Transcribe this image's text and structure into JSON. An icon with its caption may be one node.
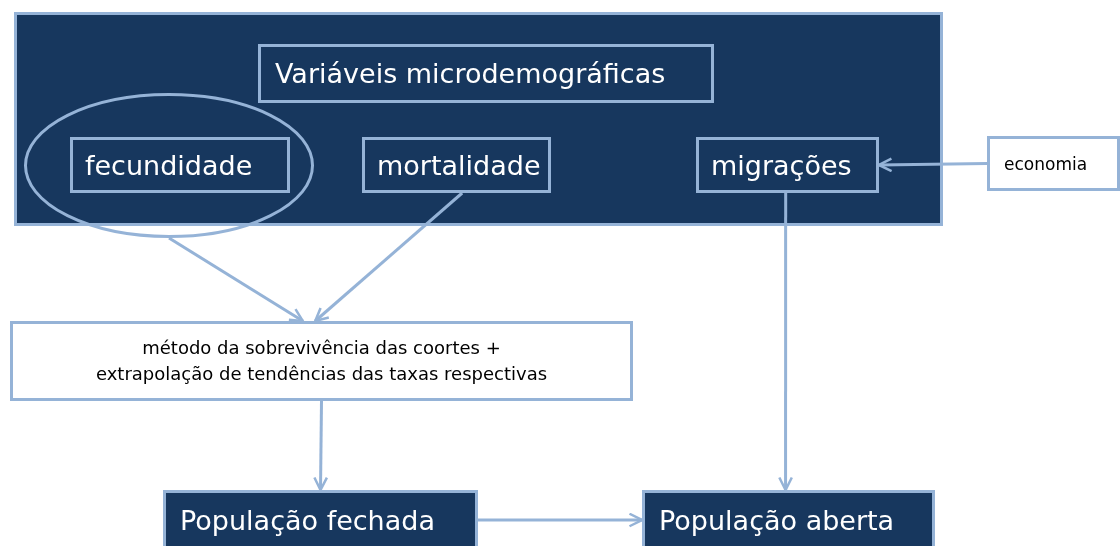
{
  "diagram": {
    "nodes": [
      {
        "text": [],
        "shape": "box"
      },
      {
        "text": [
          "Variáveis microdemográficas"
        ],
        "in": 0
      },
      {
        "text": [],
        "shape": "circle"
      },
      {
        "text": [
          "fecundidade"
        ],
        "in": 2
      },
      {
        "text": [
          "mortalidade"
        ],
        "in": 0
      },
      {
        "text": [
          "migrações"
        ],
        "in": 0
      },
      {
        "text": [
          "economia"
        ]
      },
      {
        "text": [
          "método da sobrevivência das coortes + extrapolação de tendências das taxas respectivas"
        ]
      },
      {
        "text": [
          "População fechada"
        ]
      },
      {
        "text": [
          "População aberta"
        ]
      }
    ],
    "edges": [
      {
        "from": 6,
        "to": 5,
        "arrow": "to"
      },
      {
        "from": 2,
        "to": 7,
        "arrow": "to"
      },
      {
        "from": 4,
        "to": 7,
        "arrow": "to"
      },
      {
        "from": 5,
        "to": 9,
        "arrow": "to"
      },
      {
        "from": 7,
        "to": 8,
        "arrow": "to"
      },
      {
        "from": 8,
        "to": 9,
        "arrow": "to"
      }
    ]
  }
}
